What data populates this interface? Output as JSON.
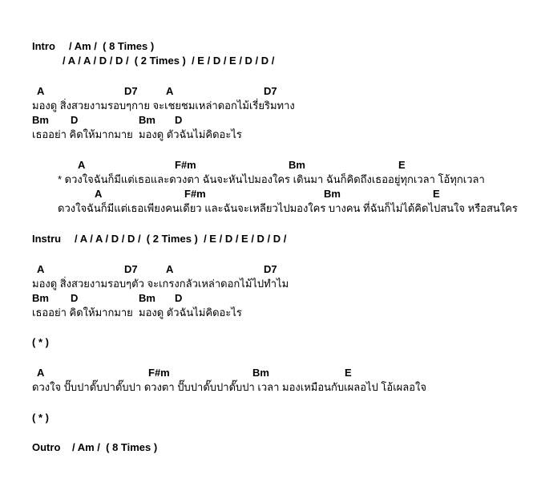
{
  "song": {
    "intro": {
      "label": "Intro",
      "chords": "/ Am /  ( 8 Times )",
      "progression": "/ A / A / D / D /  ( 2 Times )  / E / D / E / D / D /"
    },
    "verse1": {
      "chords1": [
        "A",
        "D7",
        "A",
        "D7"
      ],
      "lyric1": "มองดู สิ่งสวยงามรอบๆกาย จะเชยชมเหล่าดอกไม้เรี่ยริมทาง",
      "chords2": [
        "Bm",
        "D",
        "Bm",
        "D"
      ],
      "lyric2": "เธออย่า คิดให้มากมาย  มองดู ตัวฉันไม่คิดอะไร"
    },
    "chorus": {
      "chords1": [
        "A",
        "F#m",
        "Bm",
        "E"
      ],
      "lyric1": "* ดวงใจฉันก็มีแต่เธอและดวงตา ฉันจะหันไปมองใคร เดินมา ฉันก็คิดถึงเธออยู่ทุกเวลา โอ้ทุกเวลา",
      "chords2": [
        "A",
        "F#m",
        "Bm",
        "E"
      ],
      "lyric2": "ดวงใจฉันก็มีแต่เธอเพียงคนเดียว และฉันจะเหลียวไปมองใคร บางคน ที่ฉันก็ไม่ได้คิดไปสนใจ หรือสนใคร"
    },
    "instru": {
      "label": "Instru",
      "progression": "/ A / A / D / D /  ( 2 Times )  / E / D / E / D / D /"
    },
    "star_repeat_1": "( * )",
    "verse2": {
      "chords1": [
        "A",
        "D7",
        "A",
        "D7"
      ],
      "lyric1": "มองดู สิ่งสวยงามรอบๆตัว จะเกรงกลัวเหล่าดอกไม้ไปทำไม",
      "chords2": [
        "Bm",
        "D",
        "Bm",
        "D"
      ],
      "lyric2": "เธออย่า คิดให้มากมาย  มองดู ตัวฉันไม่คิดอะไร"
    },
    "scat": {
      "chords": [
        "A",
        "F#m",
        "Bm",
        "E"
      ],
      "lyric": "ดวงใจ ปั๊บปาดั๊บปาดั๊บปา ดวงตา ปั๊บปาดั๊บปาดั๊บปา เวลา มองเหมือนกับเผลอไป โอ้เผลอใจ"
    },
    "star_repeat_2": "( * )",
    "outro": {
      "label": "Outro",
      "chords": "/ Am /  ( 8 Times )"
    }
  },
  "colors": {
    "background": "#ffffff",
    "text": "#000000"
  }
}
